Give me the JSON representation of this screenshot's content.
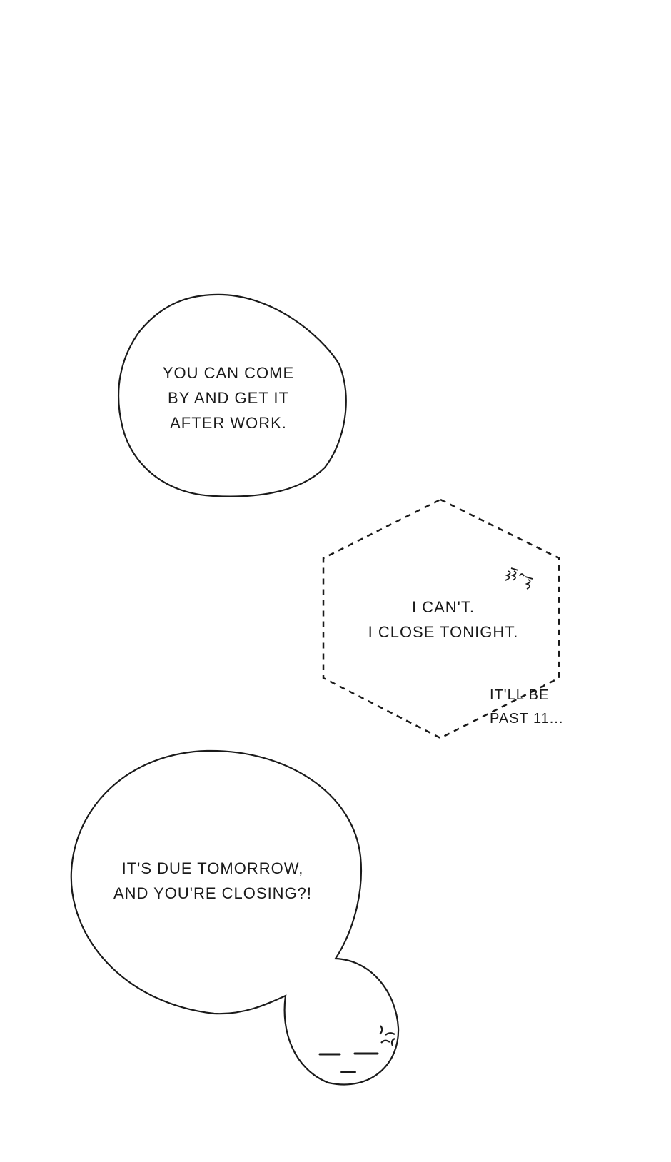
{
  "panel": {
    "bubble_1": {
      "lines": [
        "YOU CAN COME",
        "BY AND GET IT",
        "AFTER WORK."
      ]
    },
    "bubble_2": {
      "lines": [
        "I CAN'T.",
        "I CLOSE TONIGHT."
      ]
    },
    "aside": {
      "lines": [
        "IT'LL BE",
        "PAST 11..."
      ]
    },
    "bubble_3": {
      "lines": [
        "IT'S DUE TOMORROW,",
        "AND YOU'RE CLOSING?!"
      ]
    }
  },
  "colors": {
    "ink": "#1a1a1a",
    "background": "#ffffff"
  }
}
